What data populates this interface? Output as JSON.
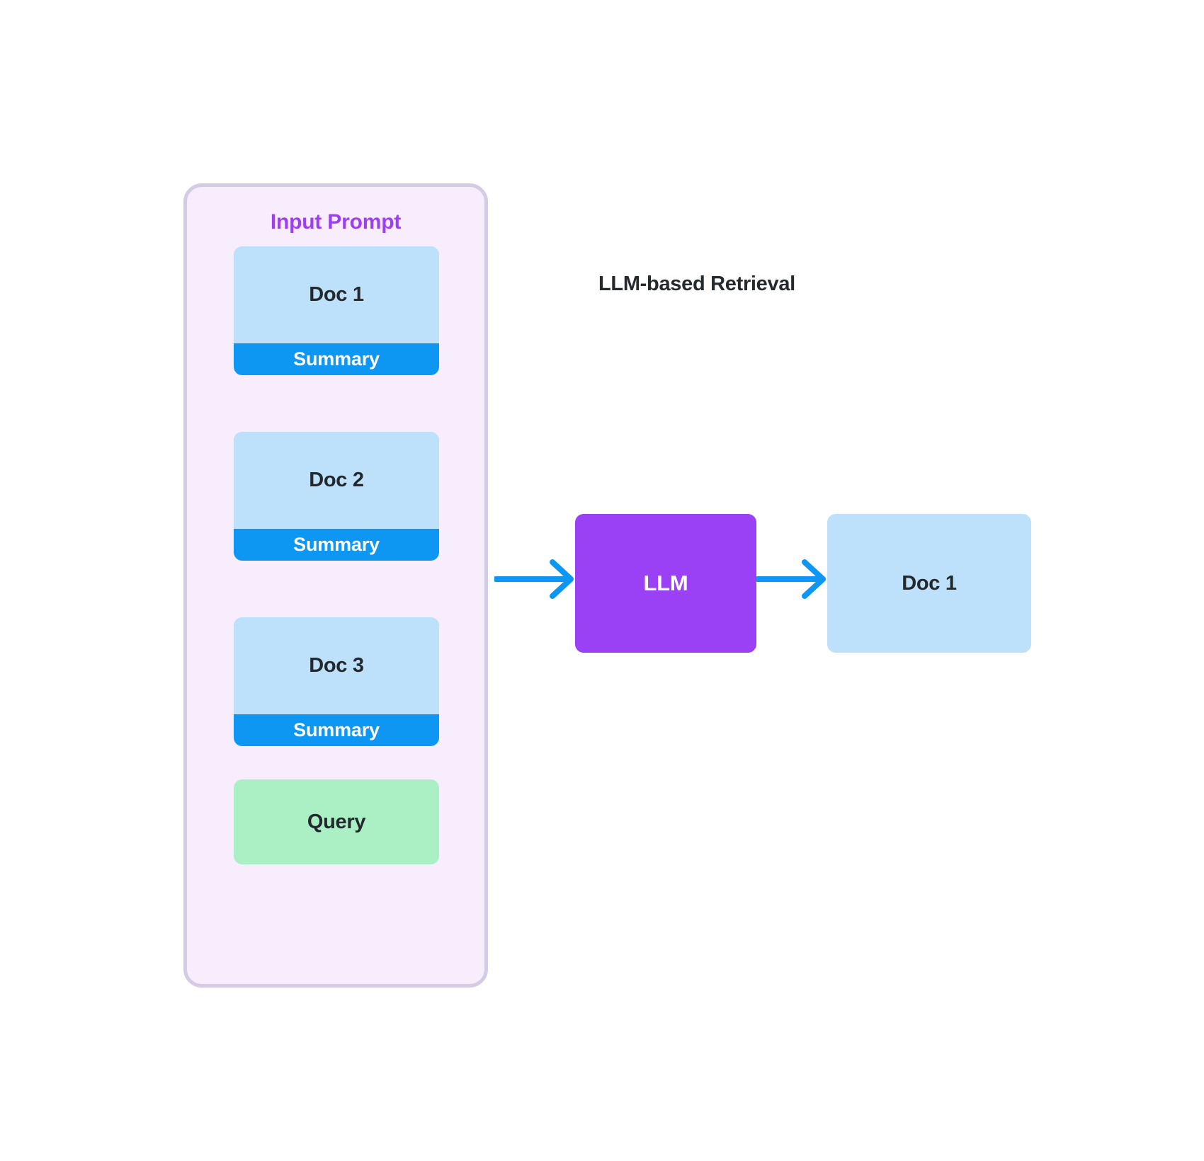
{
  "diagram": {
    "title": "LLM-based Retrieval",
    "background_color": "#FFFFFF",
    "prompt_panel": {
      "title": "Input Prompt",
      "title_color": "#9B3FF0",
      "fill_color": "#F7EDFC",
      "border_color": "#D4CBE4",
      "documents": [
        {
          "label": "Doc 1",
          "summary_label": "Summary"
        },
        {
          "label": "Doc 2",
          "summary_label": "Summary"
        },
        {
          "label": "Doc 3",
          "summary_label": "Summary"
        }
      ],
      "query": {
        "label": "Query",
        "fill_color": "#ABF0C5"
      },
      "doc_fill_color": "#BDE0FB",
      "summary_fill_color": "#0D96F2"
    },
    "llm_node": {
      "label": "LLM",
      "fill_color": "#9A40F5",
      "text_color": "#FFFFFF"
    },
    "output_node": {
      "label": "Doc 1",
      "fill_color": "#BDE0FB"
    },
    "arrows": [
      {
        "name": "prompt-to-llm",
        "color": "#0D96F2"
      },
      {
        "name": "llm-to-output",
        "color": "#0D96F2"
      }
    ]
  }
}
